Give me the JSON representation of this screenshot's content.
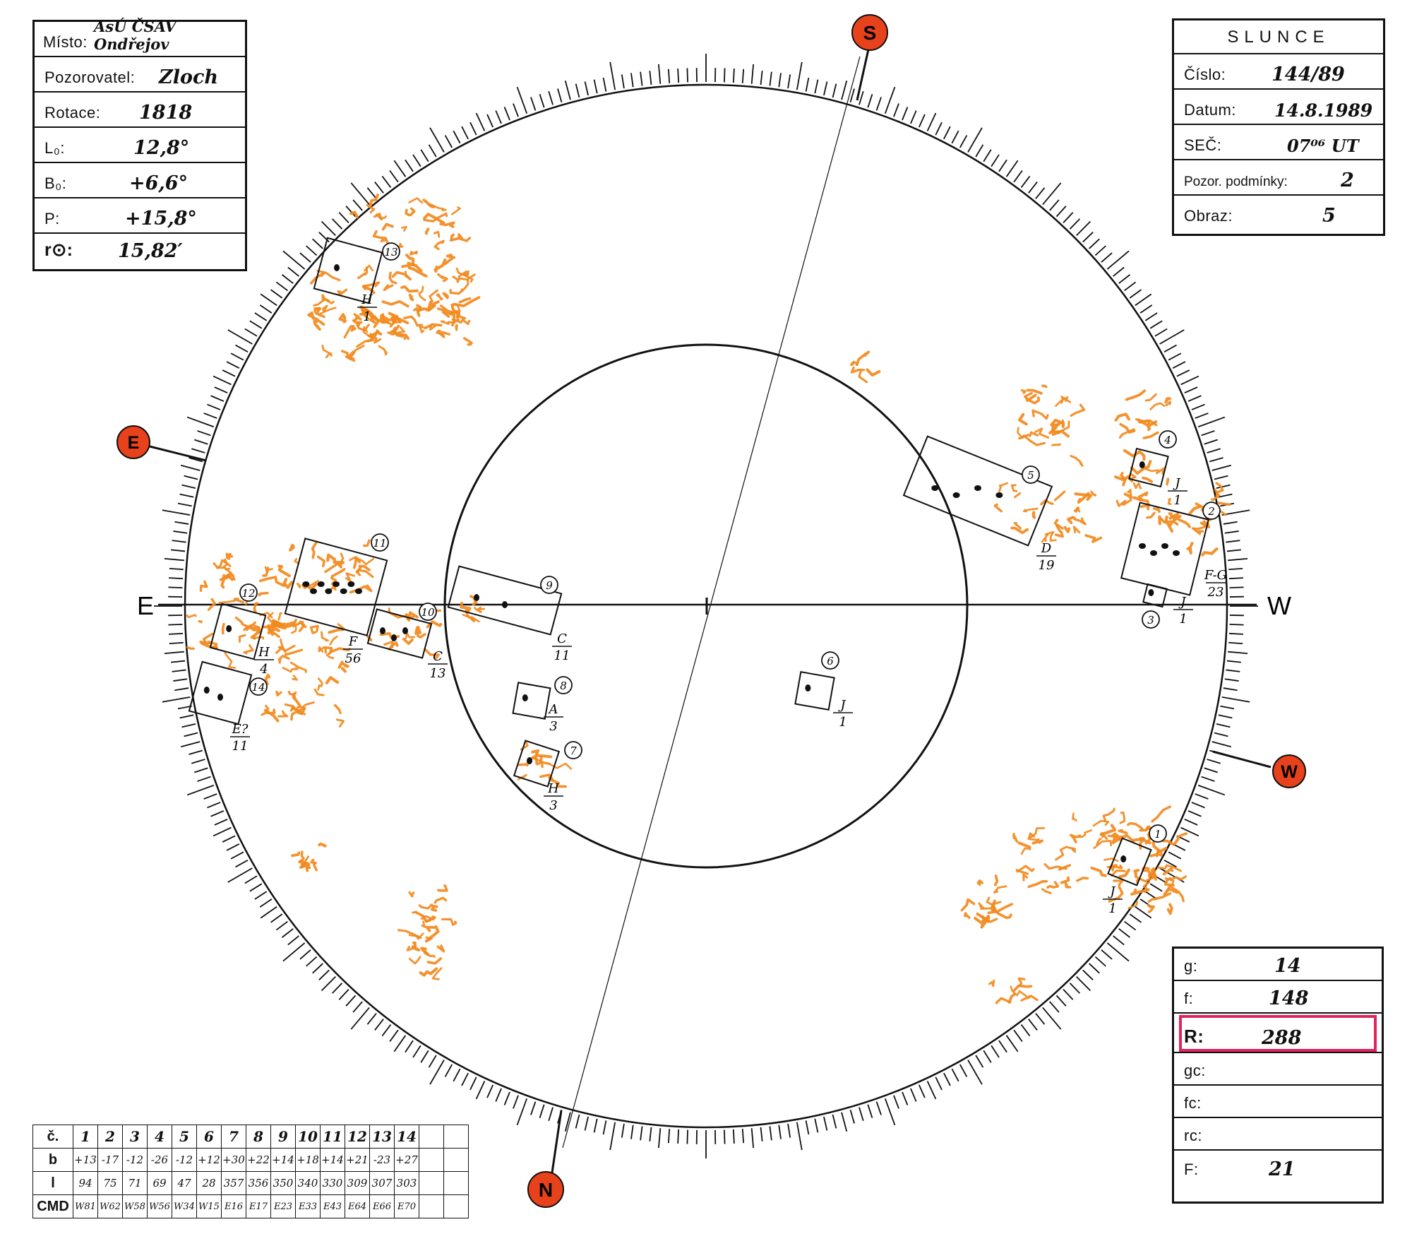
{
  "observation": {
    "misto_label": "Místo:",
    "misto": "AsÚ ČSAV Ondřejov",
    "pozorovatel_label": "Pozorovatel:",
    "pozorovatel": "Zloch",
    "rotace_label": "Rotace:",
    "rotace": "1818",
    "l0_label": "L₀:",
    "l0": "12,8°",
    "b0_label": "B₀:",
    "b0": "+6,6°",
    "p_label": "P:",
    "p": "+15,8°",
    "r_label": "r⊙:",
    "r": "15,82′"
  },
  "slunce": {
    "title": "SLUNCE",
    "cislo_label": "Číslo:",
    "cislo": "144/89",
    "datum_label": "Datum:",
    "datum": "14.8.1989",
    "sec_label": "SEČ:",
    "sec": "07⁰⁶ UT",
    "podminky_label": "Pozor. podmínky:",
    "podminky": "2",
    "obraz_label": "Obraz:",
    "obraz": "5"
  },
  "counts": {
    "g_label": "g:",
    "g": "14",
    "f_label": "f:",
    "f": "148",
    "r_label": "R:",
    "r": "288",
    "gc_label": "gc:",
    "fc_label": "fc:",
    "rc_label": "rc:",
    "ff_label": "F:",
    "ff": "21"
  },
  "directions": {
    "S": "S",
    "N": "N",
    "E": "E",
    "W": "W",
    "axis_E": "E",
    "axis_W": "W"
  },
  "groups": [
    {
      "num": "1",
      "cls": "J",
      "cnt": "1"
    },
    {
      "num": "2",
      "cls": "F-G",
      "cnt": "23"
    },
    {
      "num": "3",
      "cls": "J",
      "cnt": "1"
    },
    {
      "num": "4",
      "cls": "J",
      "cnt": "1"
    },
    {
      "num": "5",
      "cls": "D",
      "cnt": "19"
    },
    {
      "num": "6",
      "cls": "J",
      "cnt": "1"
    },
    {
      "num": "7",
      "cls": "H",
      "cnt": "3"
    },
    {
      "num": "8",
      "cls": "A",
      "cnt": "3"
    },
    {
      "num": "9",
      "cls": "C",
      "cnt": "11"
    },
    {
      "num": "10",
      "cls": "C",
      "cnt": "13"
    },
    {
      "num": "11",
      "cls": "F",
      "cnt": "56"
    },
    {
      "num": "12",
      "cls": "H",
      "cnt": "4"
    },
    {
      "num": "13",
      "cls": "H",
      "cnt": "1"
    },
    {
      "num": "14",
      "cls": "E?",
      "cnt": "11"
    }
  ],
  "table": {
    "headers": [
      "č.",
      "b",
      "l",
      "CMD"
    ],
    "numbers": [
      "1",
      "2",
      "3",
      "4",
      "5",
      "6",
      "7",
      "8",
      "9",
      "10",
      "11",
      "12",
      "13",
      "14"
    ],
    "b": [
      "+13",
      "-17",
      "-12",
      "-26",
      "-12",
      "+12",
      "+30",
      "+22",
      "+14",
      "+18",
      "+14",
      "+21",
      "-23",
      "+27"
    ],
    "l": [
      "94",
      "75",
      "71",
      "69",
      "47",
      "28",
      "357",
      "356",
      "350",
      "340",
      "330",
      "309",
      "307",
      "303"
    ],
    "cmd": [
      "W81",
      "W62",
      "W58",
      "W56",
      "W34",
      "W15",
      "E16",
      "E17",
      "E23",
      "E33",
      "E43",
      "E64",
      "E66",
      "E70"
    ]
  },
  "colors": {
    "facula": "#f28a1e",
    "marker": "#e8421c",
    "highlight": "#e0245e",
    "ink": "#111111"
  }
}
